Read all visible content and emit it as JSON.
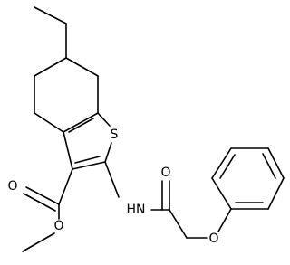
{
  "molecule": {
    "atom_labels": {
      "sulfur": "S",
      "amide_nh": "HN",
      "amide_oxygen": "O",
      "ether_oxygen": "O",
      "ester_carbonyl_oxygen": "O",
      "ester_methoxy_oxygen": "O"
    }
  }
}
